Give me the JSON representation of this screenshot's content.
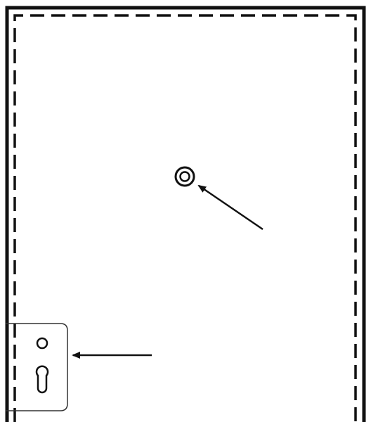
{
  "diagram": {
    "subject": "door-front-elevation",
    "line_color": "#111111",
    "background_color": "#ffffff",
    "components": [
      {
        "name": "door-frame-outline",
        "icon": "door-frame-icon"
      },
      {
        "name": "door-leaf-dashed-edge",
        "icon": "dashed-outline-icon"
      },
      {
        "name": "door-viewer-peephole",
        "icon": "peephole-icon"
      },
      {
        "name": "lock-escutcheon-plate",
        "icon": "escutcheon-plate-icon"
      },
      {
        "name": "handle-spindle-hole",
        "icon": "spindle-hole-icon"
      },
      {
        "name": "keyhole",
        "icon": "keyhole-icon"
      }
    ],
    "arrows": [
      {
        "name": "peephole-pointer-arrow",
        "points_to": "door-viewer-peephole"
      },
      {
        "name": "lock-pointer-arrow",
        "points_to": "lock-escutcheon-plate"
      }
    ]
  }
}
